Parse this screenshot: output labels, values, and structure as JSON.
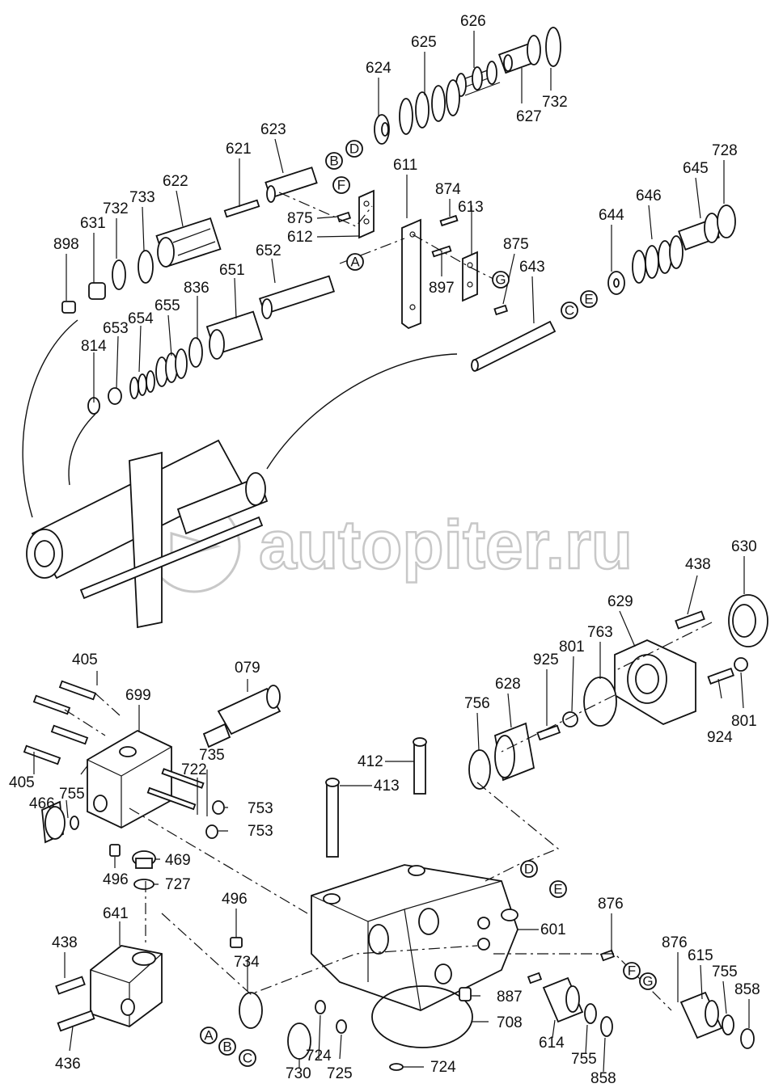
{
  "watermark": {
    "text": "autopiter.ru"
  },
  "part_labels": [
    {
      "id": "626",
      "text": "626"
    },
    {
      "id": "625",
      "text": "625"
    },
    {
      "id": "624",
      "text": "624"
    },
    {
      "id": "732a",
      "text": "732"
    },
    {
      "id": "627",
      "text": "627"
    },
    {
      "id": "623",
      "text": "623"
    },
    {
      "id": "621",
      "text": "621"
    },
    {
      "id": "611",
      "text": "611"
    },
    {
      "id": "874",
      "text": "874"
    },
    {
      "id": "613",
      "text": "613"
    },
    {
      "id": "728",
      "text": "728"
    },
    {
      "id": "645",
      "text": "645"
    },
    {
      "id": "646",
      "text": "646"
    },
    {
      "id": "622",
      "text": "622"
    },
    {
      "id": "733",
      "text": "733"
    },
    {
      "id": "732b",
      "text": "732"
    },
    {
      "id": "631",
      "text": "631"
    },
    {
      "id": "898",
      "text": "898"
    },
    {
      "id": "875a",
      "text": "875"
    },
    {
      "id": "612",
      "text": "612"
    },
    {
      "id": "652",
      "text": "652"
    },
    {
      "id": "875b",
      "text": "875"
    },
    {
      "id": "644",
      "text": "644"
    },
    {
      "id": "643",
      "text": "643"
    },
    {
      "id": "651",
      "text": "651"
    },
    {
      "id": "836",
      "text": "836"
    },
    {
      "id": "655",
      "text": "655"
    },
    {
      "id": "654",
      "text": "654"
    },
    {
      "id": "653",
      "text": "653"
    },
    {
      "id": "814",
      "text": "814"
    },
    {
      "id": "897",
      "text": "897"
    },
    {
      "id": "630",
      "text": "630"
    },
    {
      "id": "438a",
      "text": "438"
    },
    {
      "id": "629",
      "text": "629"
    },
    {
      "id": "763",
      "text": "763"
    },
    {
      "id": "801a",
      "text": "801"
    },
    {
      "id": "925",
      "text": "925"
    },
    {
      "id": "628",
      "text": "628"
    },
    {
      "id": "756",
      "text": "756"
    },
    {
      "id": "924",
      "text": "924"
    },
    {
      "id": "801b",
      "text": "801"
    },
    {
      "id": "405a",
      "text": "405"
    },
    {
      "id": "699",
      "text": "699"
    },
    {
      "id": "079",
      "text": "079"
    },
    {
      "id": "735",
      "text": "735"
    },
    {
      "id": "722",
      "text": "722"
    },
    {
      "id": "405b",
      "text": "405"
    },
    {
      "id": "466",
      "text": "466"
    },
    {
      "id": "755a",
      "text": "755"
    },
    {
      "id": "753a",
      "text": "753"
    },
    {
      "id": "753b",
      "text": "753"
    },
    {
      "id": "412",
      "text": "412"
    },
    {
      "id": "413",
      "text": "413"
    },
    {
      "id": "469",
      "text": "469"
    },
    {
      "id": "496a",
      "text": "496"
    },
    {
      "id": "727",
      "text": "727"
    },
    {
      "id": "641",
      "text": "641"
    },
    {
      "id": "496b",
      "text": "496"
    },
    {
      "id": "438b",
      "text": "438"
    },
    {
      "id": "734",
      "text": "734"
    },
    {
      "id": "601",
      "text": "601"
    },
    {
      "id": "876a",
      "text": "876"
    },
    {
      "id": "876b",
      "text": "876"
    },
    {
      "id": "615",
      "text": "615"
    },
    {
      "id": "755b",
      "text": "755"
    },
    {
      "id": "858a",
      "text": "858"
    },
    {
      "id": "887",
      "text": "887"
    },
    {
      "id": "708",
      "text": "708"
    },
    {
      "id": "614",
      "text": "614"
    },
    {
      "id": "755c",
      "text": "755"
    },
    {
      "id": "858b",
      "text": "858"
    },
    {
      "id": "436",
      "text": "436"
    },
    {
      "id": "730",
      "text": "730"
    },
    {
      "id": "724a",
      "text": "724"
    },
    {
      "id": "725",
      "text": "725"
    },
    {
      "id": "724b",
      "text": "724"
    }
  ],
  "connector_markers": [
    {
      "id": "B1",
      "text": "B"
    },
    {
      "id": "D1",
      "text": "D"
    },
    {
      "id": "F1",
      "text": "F"
    },
    {
      "id": "A1",
      "text": "A"
    },
    {
      "id": "G1",
      "text": "G"
    },
    {
      "id": "E1",
      "text": "E"
    },
    {
      "id": "C1",
      "text": "C"
    },
    {
      "id": "D2",
      "text": "D"
    },
    {
      "id": "E2",
      "text": "E"
    },
    {
      "id": "F2",
      "text": "F"
    },
    {
      "id": "G2",
      "text": "G"
    },
    {
      "id": "A2",
      "text": "A"
    },
    {
      "id": "B2",
      "text": "B"
    },
    {
      "id": "C2",
      "text": "C"
    }
  ]
}
